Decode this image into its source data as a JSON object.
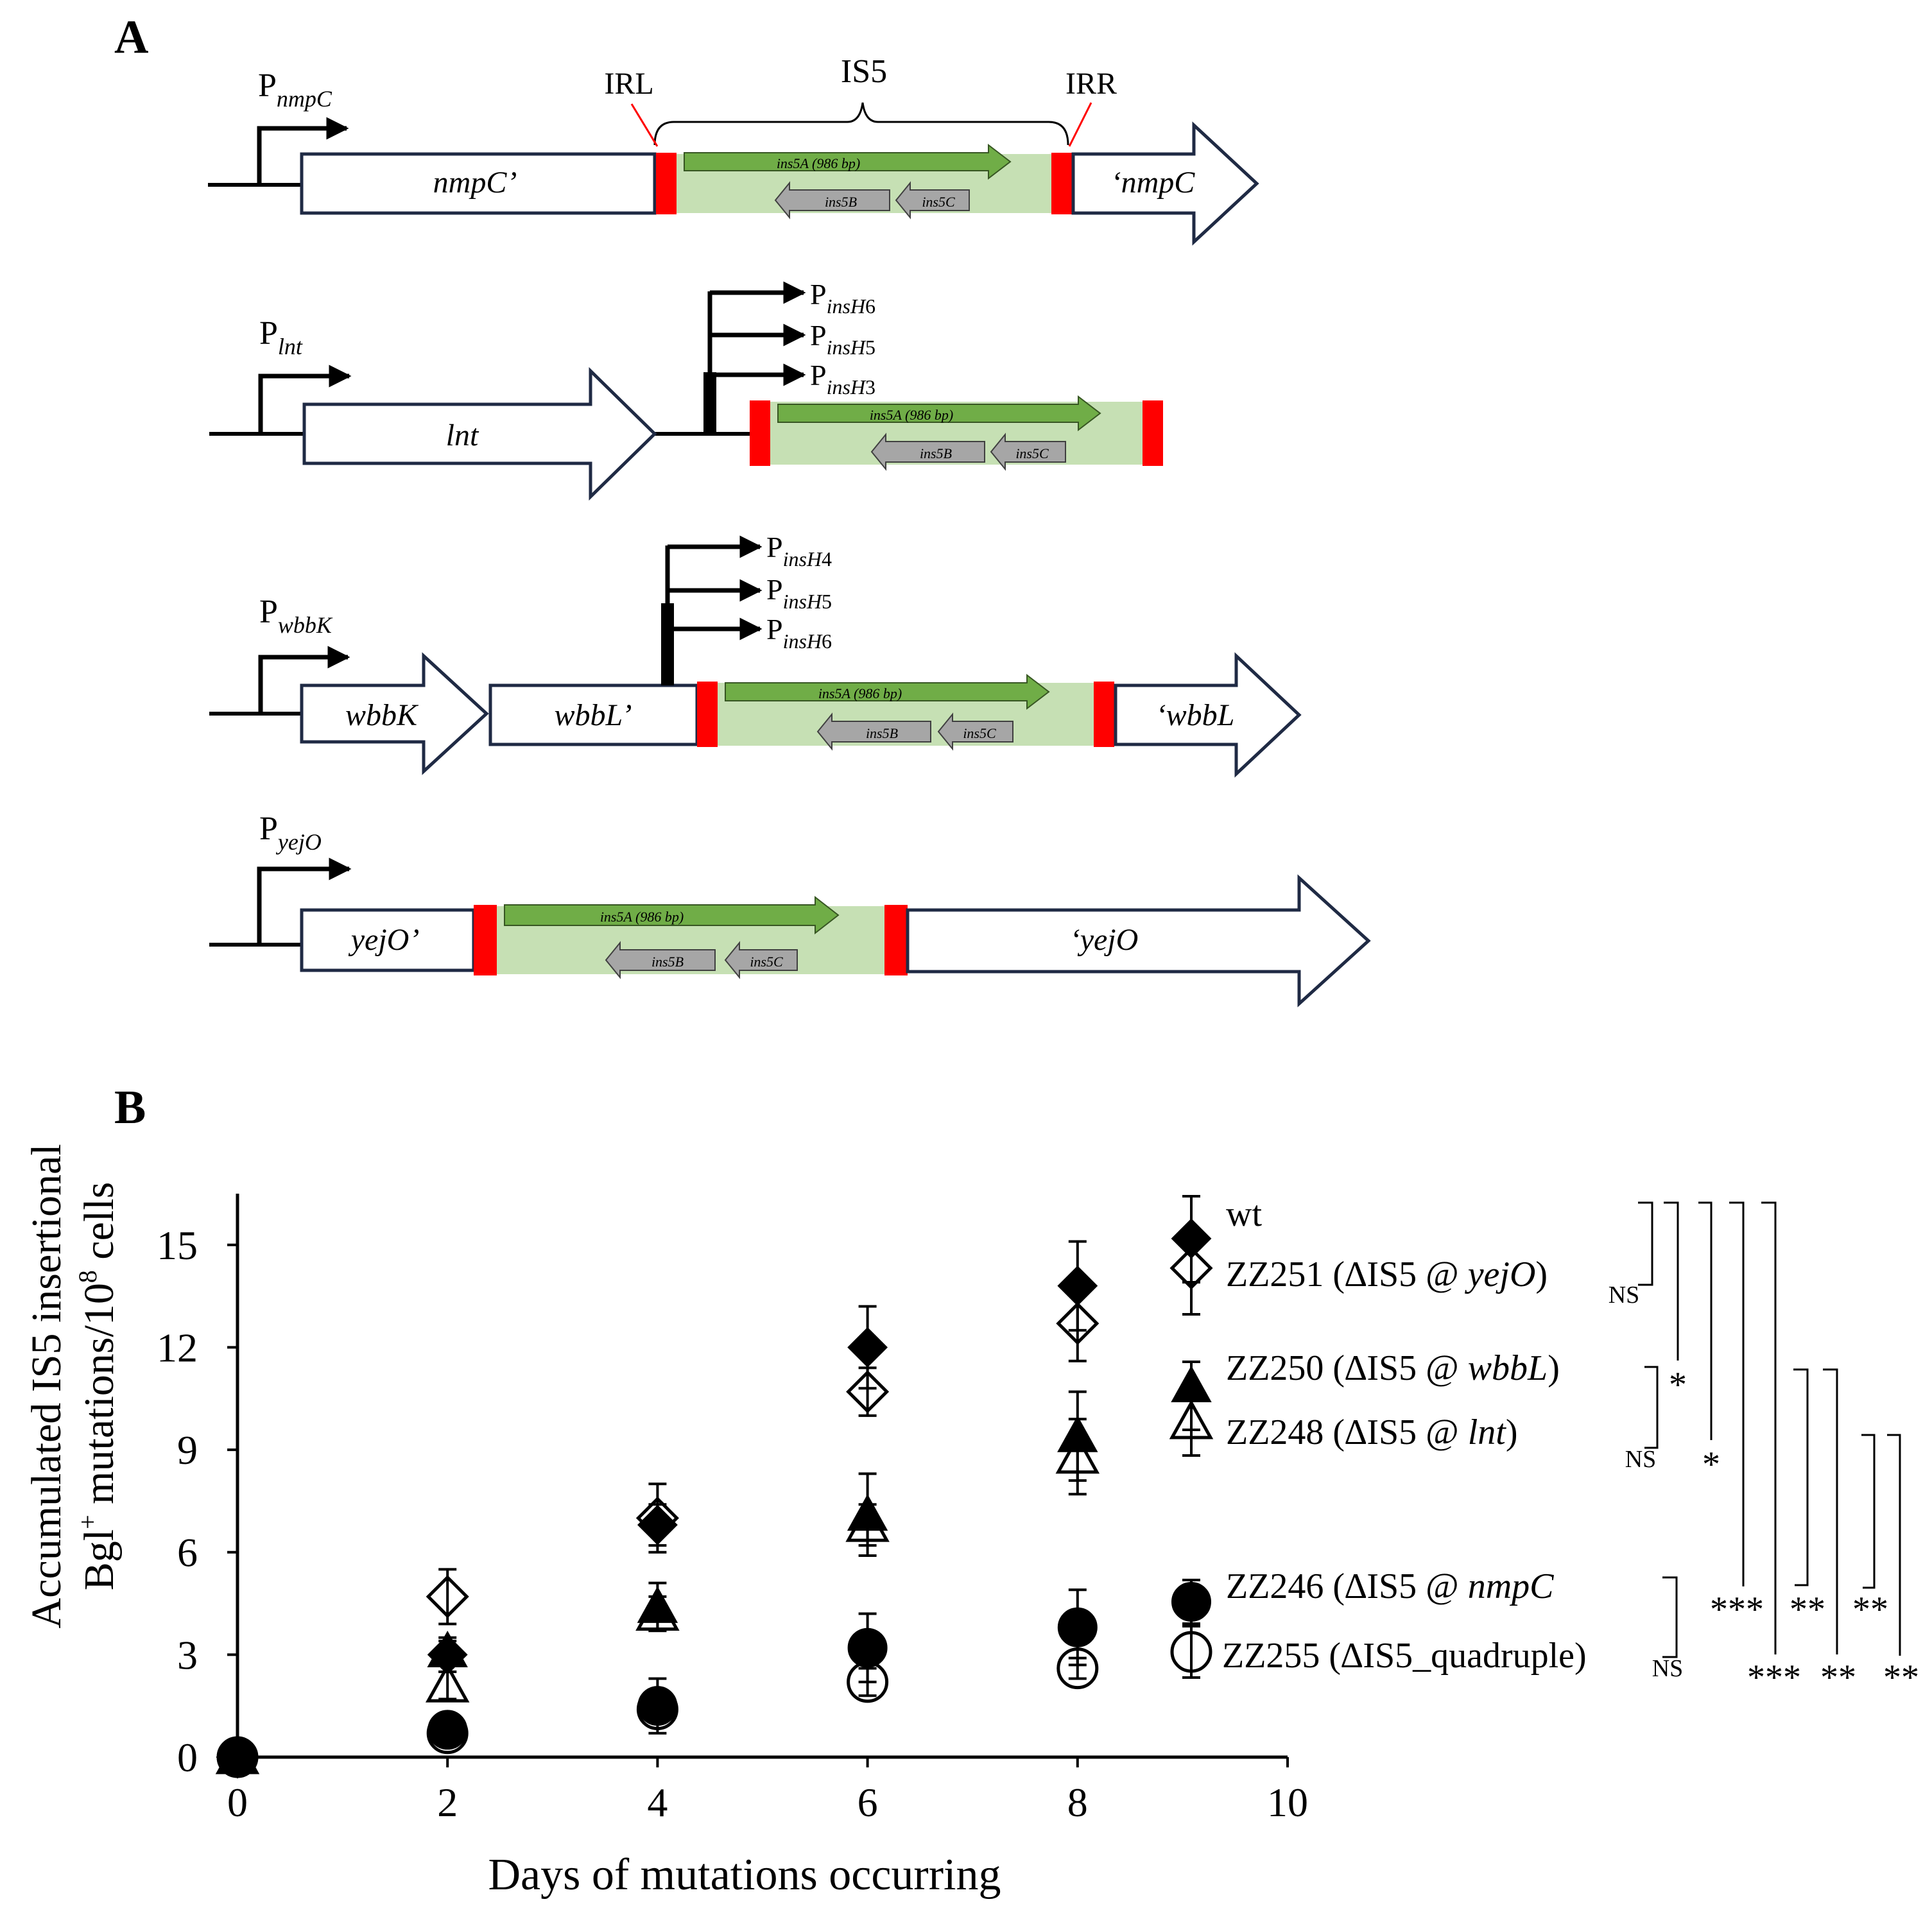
{
  "panel_a": {
    "label": "A",
    "is5_label": "IS5",
    "irl_label": "IRL",
    "irr_label": "IRR",
    "ins5a_label": "ins5A (986 bp)",
    "ins5b_label": "ins5B",
    "ins5c_label": "ins5C",
    "construct_nmpc": {
      "promoter_main": "P",
      "promoter_sub": "nmpC",
      "gene_left": "nmpC’",
      "gene_right": "‘nmpC"
    },
    "construct_lnt": {
      "promoter_main": "P",
      "promoter_sub": "lnt",
      "gene": "lnt",
      "ins_promoters": [
        {
          "main": "P",
          "sub_italic": "insH",
          "sub_num": "6"
        },
        {
          "main": "P",
          "sub_italic": "insH",
          "sub_num": "5"
        },
        {
          "main": "P",
          "sub_italic": "insH",
          "sub_num": "3"
        }
      ]
    },
    "construct_wbbk": {
      "promoter_main": "P",
      "promoter_sub": "wbbK",
      "gene_k": "wbbK",
      "gene_left": "wbbL’",
      "gene_right": "‘wbbL",
      "ins_promoters": [
        {
          "main": "P",
          "sub_italic": "insH",
          "sub_num": "4"
        },
        {
          "main": "P",
          "sub_italic": "insH",
          "sub_num": "5"
        },
        {
          "main": "P",
          "sub_italic": "insH",
          "sub_num": "6"
        }
      ]
    },
    "construct_yejo": {
      "promoter_main": "P",
      "promoter_sub": "yejO",
      "gene_left": "yejO’",
      "gene_right": "‘yejO"
    },
    "colors": {
      "is_body": "#c6e0b4",
      "ins5a": "#70ad47",
      "ins5bc": "#a6a6a6",
      "inverted_repeat": "#ff0000",
      "gene_outline": "#1f2a44",
      "pointer": "#ff0000"
    }
  },
  "panel_b": {
    "label": "B",
    "y_label_line1": "Accumulated IS5 insertional",
    "y_label_line2_a": "Bgl",
    "y_label_line2_sup1": "+",
    "y_label_line2_b": " mutations/10",
    "y_label_line2_sup2": "8",
    "y_label_line2_c": " cells",
    "legend": [
      {
        "marker": "diamond-filled",
        "pre": "wt",
        "italic": "",
        "post": ""
      },
      {
        "marker": "diamond-open",
        "pre": "ZZ251 (∆IS5 @ ",
        "italic": "yejO",
        "post": ")"
      },
      {
        "marker": "triangle-filled",
        "pre": "ZZ250 (∆IS5 @ ",
        "italic": "wbbL",
        "post": ")"
      },
      {
        "marker": "triangle-open",
        "pre": "ZZ248 (∆IS5 @ ",
        "italic": "lnt",
        "post": ")"
      },
      {
        "marker": "circle-filled",
        "pre": "ZZ246 (∆IS5 @ ",
        "italic": "nmpC",
        "post": ""
      },
      {
        "marker": "circle-open",
        "pre": "ZZ255 (∆IS5_quadruple)",
        "italic": "",
        "post": ""
      }
    ],
    "significance": [
      "NS",
      "NS",
      "NS",
      "*",
      "*",
      "***",
      "***",
      "**",
      "**",
      "**",
      "**"
    ]
  },
  "chart_data": {
    "type": "scatter",
    "title": "",
    "xlabel": "Days of mutations occurring",
    "ylabel": "Accumulated IS5 insertional Bgl+ mutations/10^8 cells",
    "xlim": [
      0,
      10
    ],
    "ylim": [
      0,
      16.5
    ],
    "x_ticks": [
      "0",
      "2",
      "4",
      "6",
      "8",
      "10"
    ],
    "y_ticks": [
      "0",
      "3",
      "6",
      "9",
      "12",
      "15"
    ],
    "grid": false,
    "legend_position": "right",
    "x": [
      0,
      2,
      4,
      6,
      8
    ],
    "series": [
      {
        "name": "wt",
        "marker": "diamond-filled",
        "values": [
          0,
          3.0,
          6.8,
          12.0,
          13.8
        ],
        "error": [
          0,
          0.5,
          0.6,
          1.2,
          1.3
        ]
      },
      {
        "name": "ZZ251 (∆IS5 @ yejO)",
        "marker": "diamond-open",
        "values": [
          0,
          4.7,
          7.0,
          10.7,
          12.7
        ],
        "error": [
          0,
          0.8,
          1.0,
          0.7,
          1.1
        ]
      },
      {
        "name": "ZZ250 (∆IS5 @ wbbL)",
        "marker": "triangle-filled",
        "values": [
          0,
          3.1,
          4.4,
          7.1,
          9.4
        ],
        "error": [
          0,
          0.3,
          0.7,
          1.2,
          1.3
        ]
      },
      {
        "name": "ZZ248 (∆IS5 @ lnt)",
        "marker": "triangle-open",
        "values": [
          0,
          2.1,
          4.2,
          6.8,
          8.8
        ],
        "error": [
          0,
          0.4,
          0.5,
          0.6,
          1.1
        ]
      },
      {
        "name": "ZZ246 (∆IS5 @ nmpC",
        "marker": "circle-filled",
        "values": [
          0,
          0.8,
          1.5,
          3.2,
          3.8
        ],
        "error": [
          0,
          0.2,
          0.8,
          1.0,
          1.1
        ]
      },
      {
        "name": "ZZ255 (∆IS5_quadruple)",
        "marker": "circle-open",
        "values": [
          0,
          0.7,
          1.4,
          2.2,
          2.6
        ],
        "error": [
          0,
          0.2,
          0.3,
          0.4,
          0.3
        ]
      }
    ]
  }
}
